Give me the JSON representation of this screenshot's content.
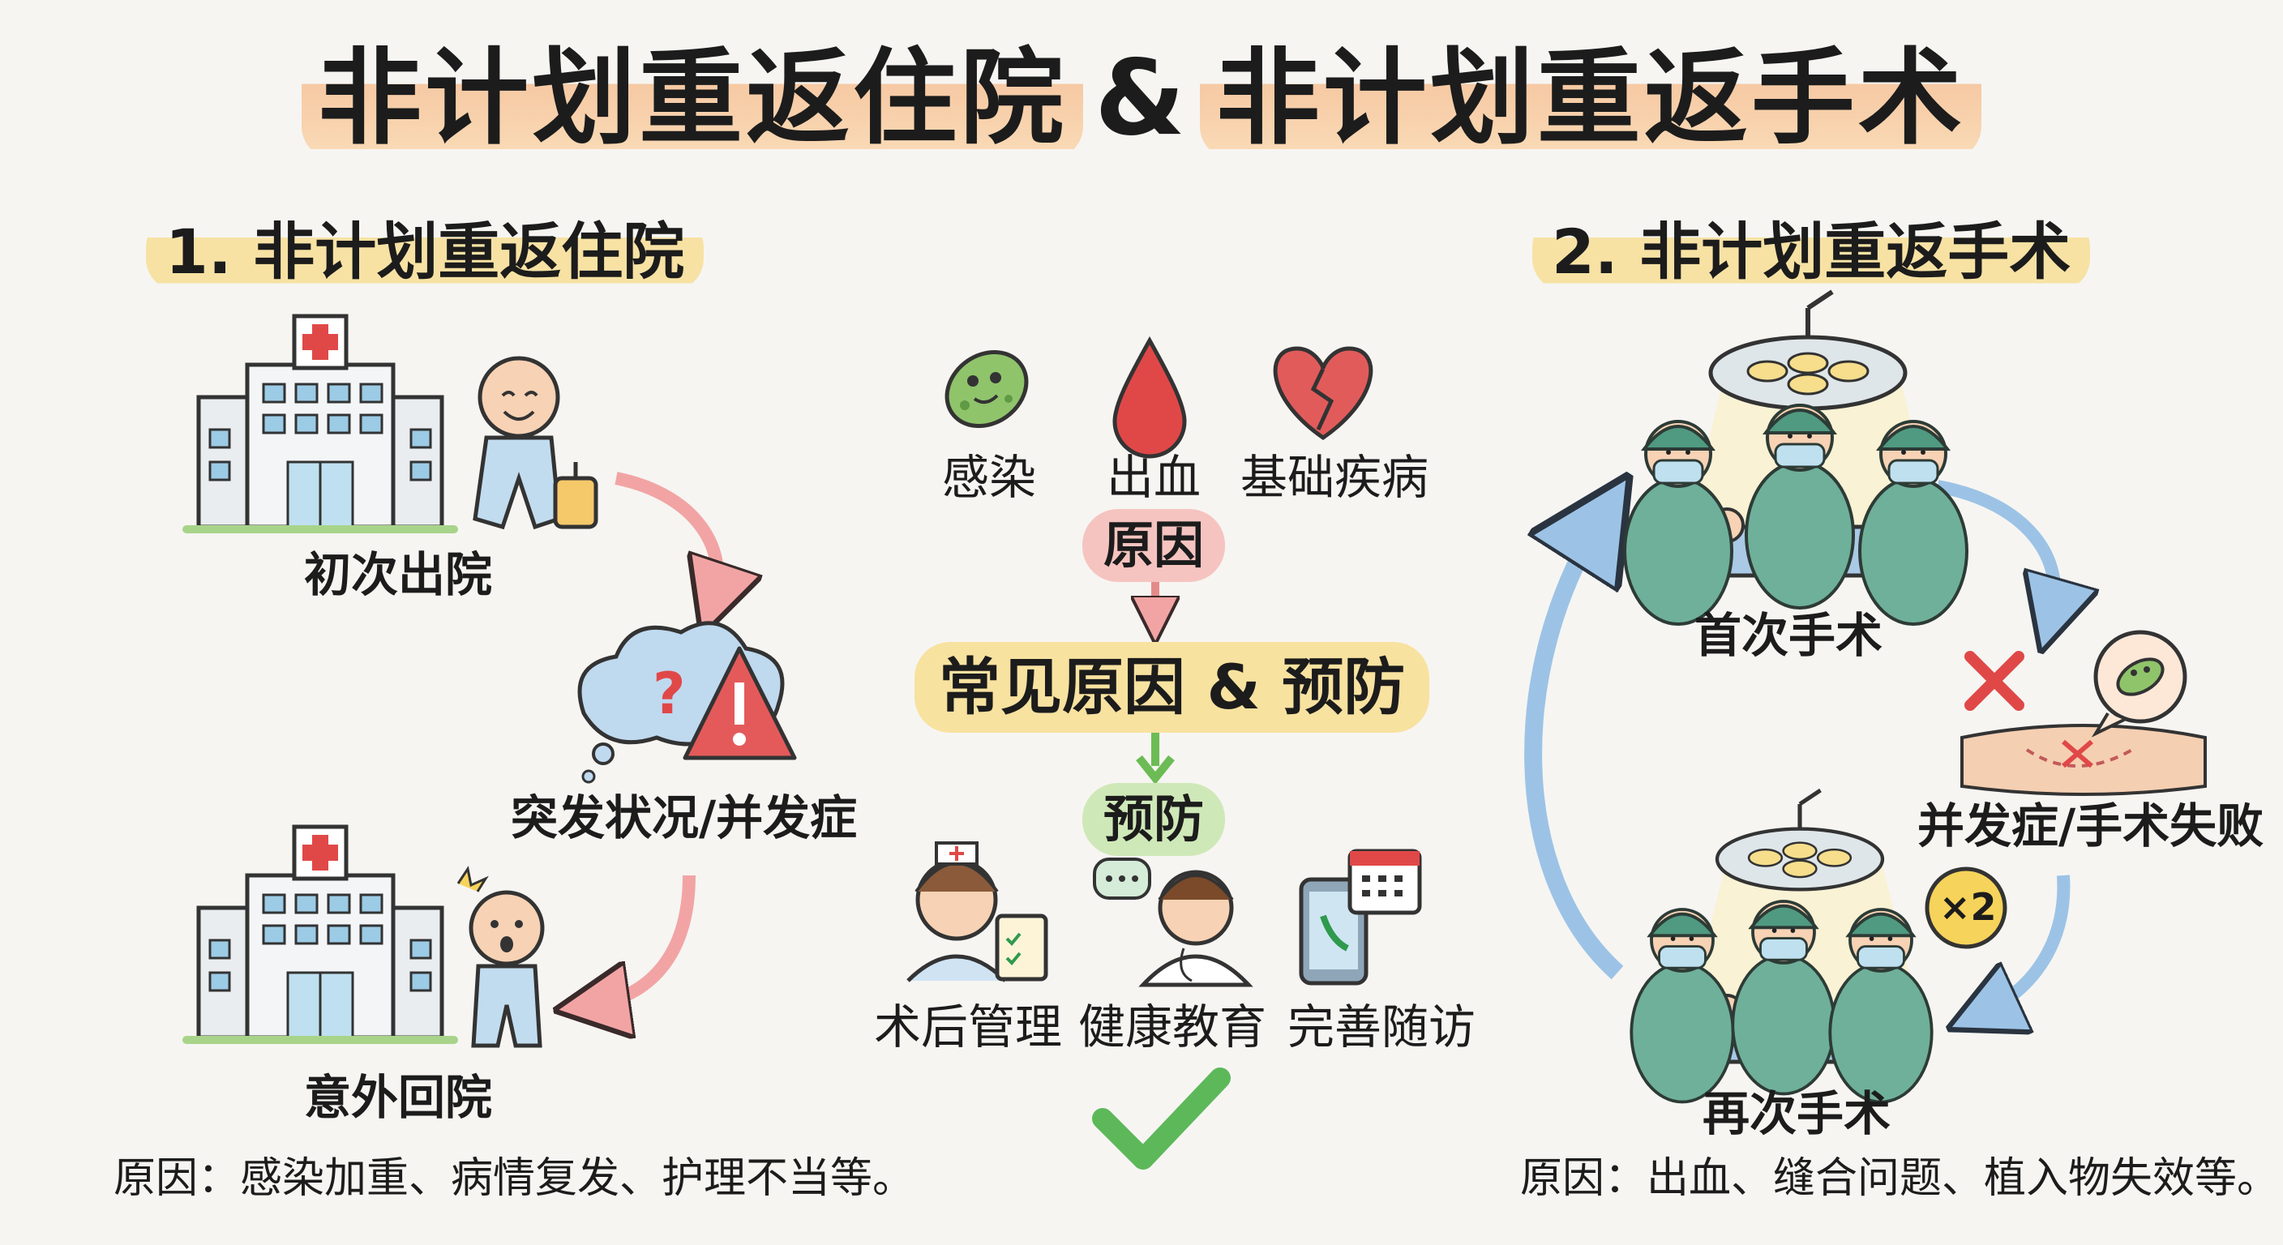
{
  "title": {
    "part1": "非计划重返住院",
    "amp": "&",
    "part2": "非计划重返手术"
  },
  "left": {
    "heading": "1. 非计划重返住院",
    "step1": "初次出院",
    "step2": "突发状况/并发症",
    "step3": "意外回院",
    "reason": "原因：感染加重、病情复发、护理不当等。"
  },
  "center": {
    "causes": [
      "感染",
      "出血",
      "基础疾病"
    ],
    "cause_tag": "原因",
    "main": "常见原因 & 预防",
    "prevent_tag": "预防",
    "preventions": [
      "术后管理",
      "健康教育",
      "完善随访"
    ]
  },
  "right": {
    "heading": "2. 非计划重返手术",
    "step1": "首次手术",
    "step2": "并发症/手术失败",
    "step3": "再次手术",
    "badge": "×2",
    "reason": "原因：出血、缝合问题、植入物失效等。"
  },
  "colors": {
    "title_highlight": "#f9d9b5",
    "section_highlight": "#f7e2a4",
    "cause_pill": "#f6c4c0",
    "prevent_pill": "#cfe8b8",
    "flow_arrow_left": "#f2a4a4",
    "flow_arrow_right": "#9cc3e6",
    "check": "#5db85a",
    "scrubs": "#6fb09a"
  }
}
